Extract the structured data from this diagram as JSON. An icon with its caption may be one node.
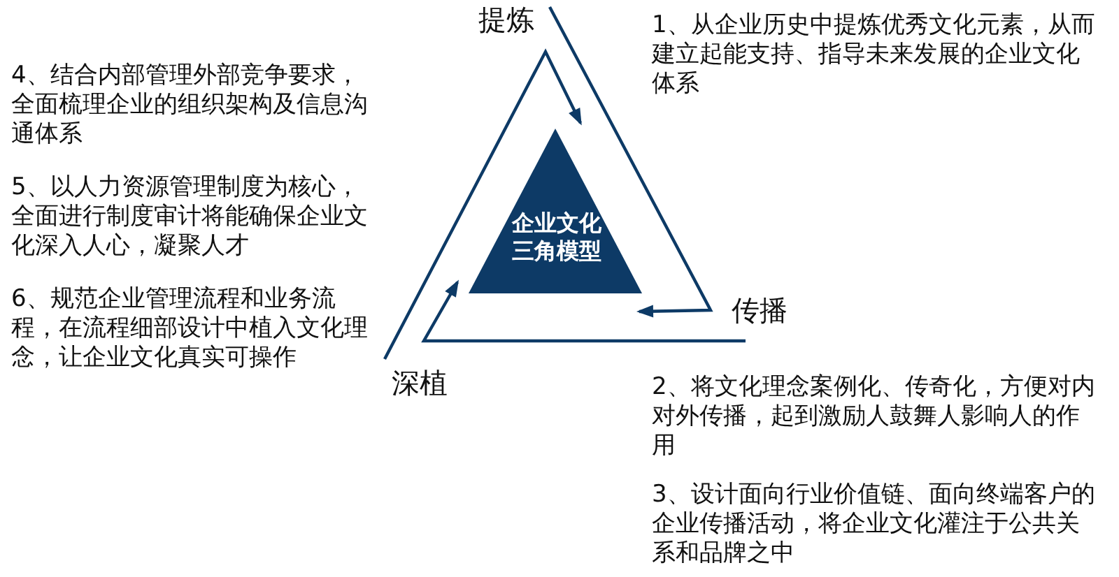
{
  "diagram": {
    "nodes": [
      {
        "text": [
          "企业文化三角模型"
        ]
      }
    ],
    "labels": [
      "提炼",
      "1、从企业历史中提炼优秀文化元素，从而建立起能支持、指导未来发展的企业文化体系",
      "4、结合内部管理外部竞争要求，全面梳理企业的组织架构及信息沟通体系",
      "5、以人力资源管理制度为核心，全面进行制度审计将能确保企业文化深入人心，凝聚人才",
      "6、规范企业管理流程和业务流程，在流程细部设计中植入文化理念，让企业文化真实可操作",
      "传播",
      "深植",
      "2、将文化理念案例化、传奇化，方便对内对外传播，起到激励人鼓舞人影响人的作用",
      "3、设计面向行业价值链、面向终端客户的企业传播活动，将企业文化灌注于公共关系和品牌之中"
    ]
  }
}
